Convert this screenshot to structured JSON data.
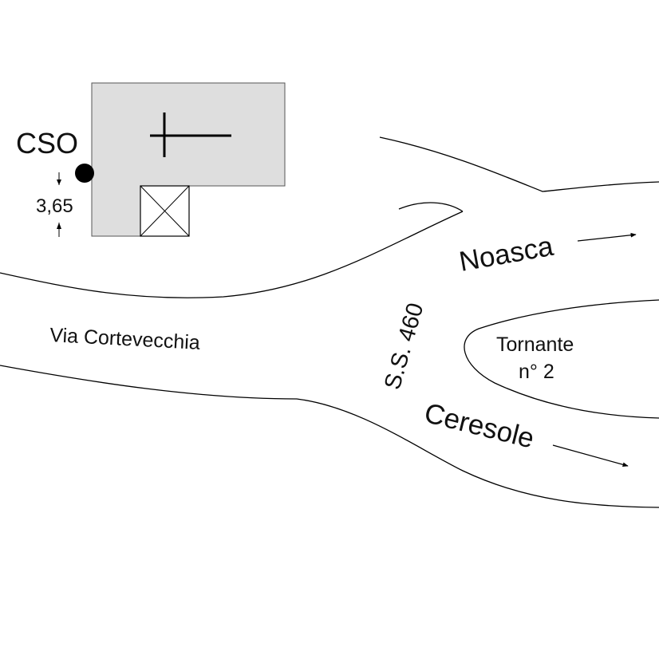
{
  "map": {
    "labels": {
      "cso": "CSO",
      "distance": "3,65",
      "via_cortevecchia": "Via Cortevecchia",
      "ss460": "S.S. 460",
      "noasca": "Noasca",
      "ceresole": "Ceresole",
      "tornante_line1": "Tornante",
      "tornante_line2": "n° 2"
    },
    "colors": {
      "building_fill": "#dedede",
      "line": "#000000",
      "background": "#ffffff"
    },
    "icons": {
      "church": "cross-icon",
      "tower": "crossed-box-icon",
      "marker": "cso-point-icon"
    }
  }
}
